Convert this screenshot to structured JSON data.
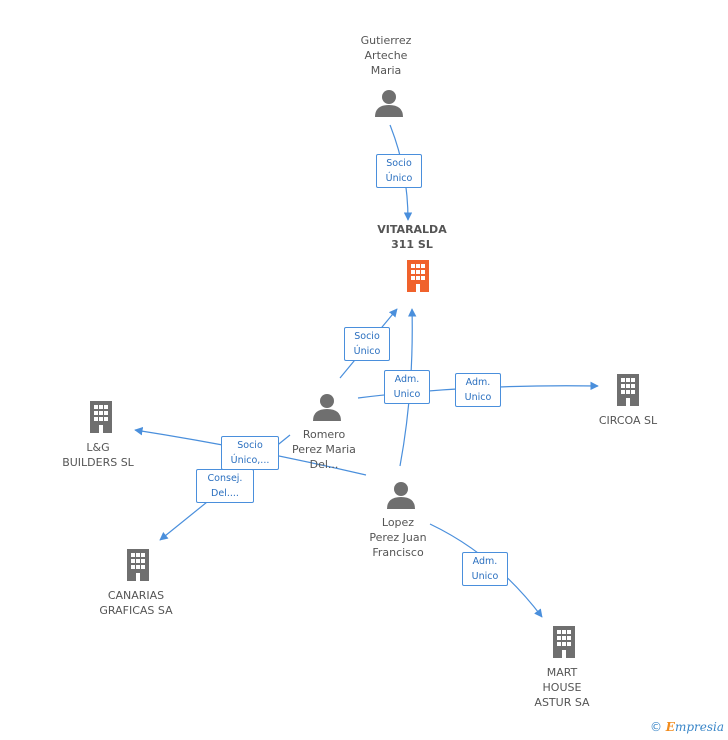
{
  "nodes": {
    "gutierrez": {
      "label": "Gutierrez\nArteche\nMaria",
      "icon": "person-icon"
    },
    "vitaralda": {
      "label": "VITARALDA\n311 SL",
      "icon": "building-icon",
      "color": "#f0622c"
    },
    "romero": {
      "label": "Romero\nPerez Maria\nDel...",
      "icon": "person-icon"
    },
    "lopez": {
      "label": "Lopez\nPerez Juan\nFrancisco",
      "icon": "person-icon"
    },
    "circoa": {
      "label": "CIRCOA SL",
      "icon": "building-icon"
    },
    "lg": {
      "label": "L&G\nBUILDERS SL",
      "icon": "building-icon"
    },
    "canarias": {
      "label": "CANARIAS\nGRAFICAS SA",
      "icon": "building-icon"
    },
    "mart": {
      "label": "MART\nHOUSE\nASTUR SA",
      "icon": "building-icon"
    }
  },
  "edges": {
    "gutierrez_vitaralda": "Socio\nÚnico",
    "romero_vitaralda": "Socio\nÚnico",
    "adm_left": "Adm.\nUnico",
    "adm_circoa": "Adm.\nUnico",
    "romero_lg": "Socio\nÚnico,...",
    "romero_canarias": "Consej.\nDel....",
    "lopez_mart": "Adm.\nUnico"
  },
  "colors": {
    "node": "#6f6f6f",
    "center": "#f0622c",
    "edge": "#4a8fdc"
  },
  "footer": {
    "copyright": "©",
    "brand_first": "E",
    "brand_rest": "mpresia"
  }
}
